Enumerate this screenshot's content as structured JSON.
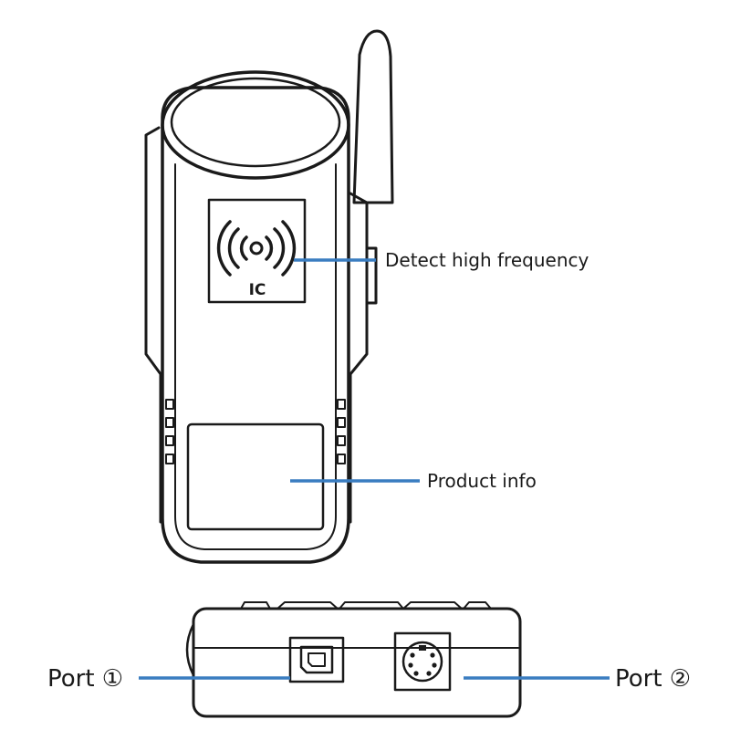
{
  "device": {
    "chip_label": "IC",
    "icons": {
      "rf": "rfid-signal-icon",
      "usb": "usb-b-port-icon",
      "din": "mini-din-port-icon"
    }
  },
  "callouts": {
    "high_frequency": "Detect high frequency",
    "product_info": "Product info",
    "port1": "Port ①",
    "port2": "Port ②"
  },
  "colors": {
    "line_art": "#1a1a1a",
    "callout_line": "#3a7dc0",
    "background": "#ffffff"
  }
}
